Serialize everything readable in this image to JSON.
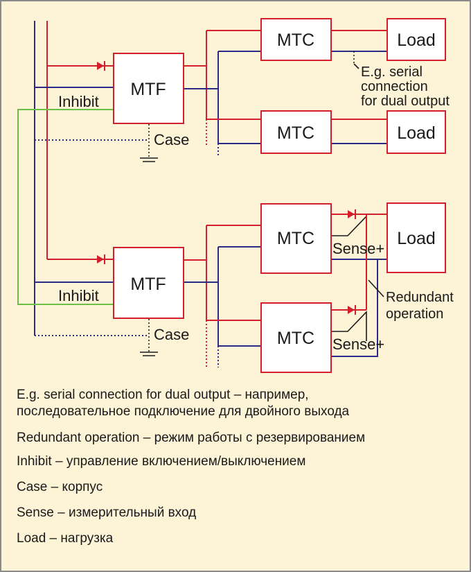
{
  "diagram": {
    "mtf_label": "MTF",
    "mtc_label": "MTC",
    "load_label": "Load",
    "inhibit_label": "Inhibit",
    "case_label": "Case",
    "sense_label": "Sense+",
    "serial_note": [
      "E.g. serial",
      "connection",
      "for dual output"
    ],
    "redundant_note": [
      "Redundant",
      "operation"
    ]
  },
  "legend": [
    "E.g. serial connection for dual output – например,",
    "последовательное подключение для двойного выхода",
    "Redundant operation – режим работы с резервированием",
    "Inhibit – управление включением/выключением",
    "Case – корпус",
    "Sense – измерительный вход",
    "Load – нагрузка"
  ],
  "colors": {
    "frame_bg": "#fdf3d6",
    "box_stroke": "#d21f2b",
    "positive_wire": "#d21f2b",
    "negative_wire": "#2b2b86",
    "inhibit_wire": "#6cbf45"
  }
}
